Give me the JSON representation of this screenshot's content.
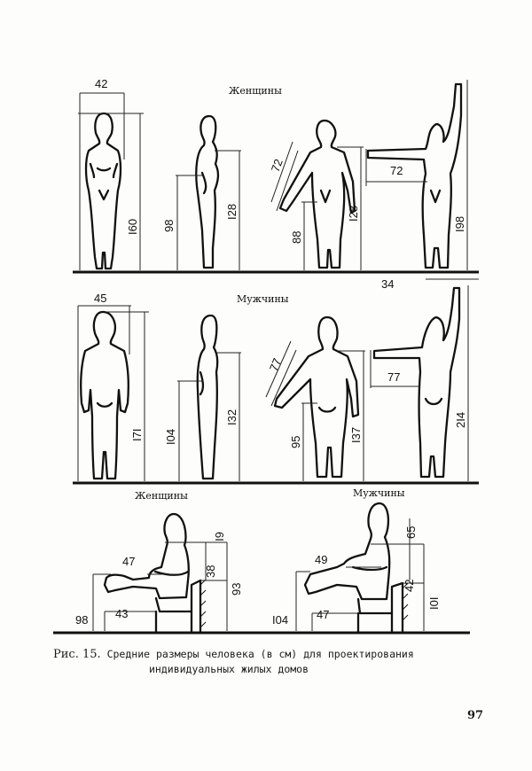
{
  "headings": {
    "women": "Женщины",
    "men": "Мужчины",
    "women_seated": "Женщины",
    "men_seated": "Мужчины"
  },
  "women_standing": {
    "front": {
      "shoulder_width": "42",
      "height": "I60"
    },
    "side": {
      "hand_height": "98",
      "shoulder_height": "I28"
    },
    "arm_down": {
      "arm_length": "72",
      "crotch_height": "88",
      "shoulder_height": "I28"
    },
    "arm_raised": {
      "reach": "72",
      "reach_height": "I98",
      "base": "34"
    }
  },
  "men_standing": {
    "front": {
      "shoulder_width": "45",
      "height": "I7I"
    },
    "side": {
      "hand_height": "I04",
      "shoulder_height": "I32"
    },
    "arm_down": {
      "arm_length": "77",
      "crotch_height": "95",
      "shoulder_height": "I37"
    },
    "arm_raised": {
      "reach": "77",
      "reach_height": "2I4"
    }
  },
  "women_seated": {
    "thigh_length": "47",
    "seat_height": "43",
    "leg_length": "98",
    "shoulder_above_seat": "6I",
    "elbow_height": "38",
    "total_height": "93"
  },
  "men_seated": {
    "thigh_length": "49",
    "seat_height": "47",
    "leg_length": "I04",
    "shoulder_above_seat": "65",
    "elbow_height": "42",
    "total_height": "I0I"
  },
  "caption": {
    "figure_number": "Рис. 15.",
    "line1": "Средние размеры человека (в см) для проектирования",
    "line2": "индивидуальных жилых домов"
  },
  "page_number": "97"
}
